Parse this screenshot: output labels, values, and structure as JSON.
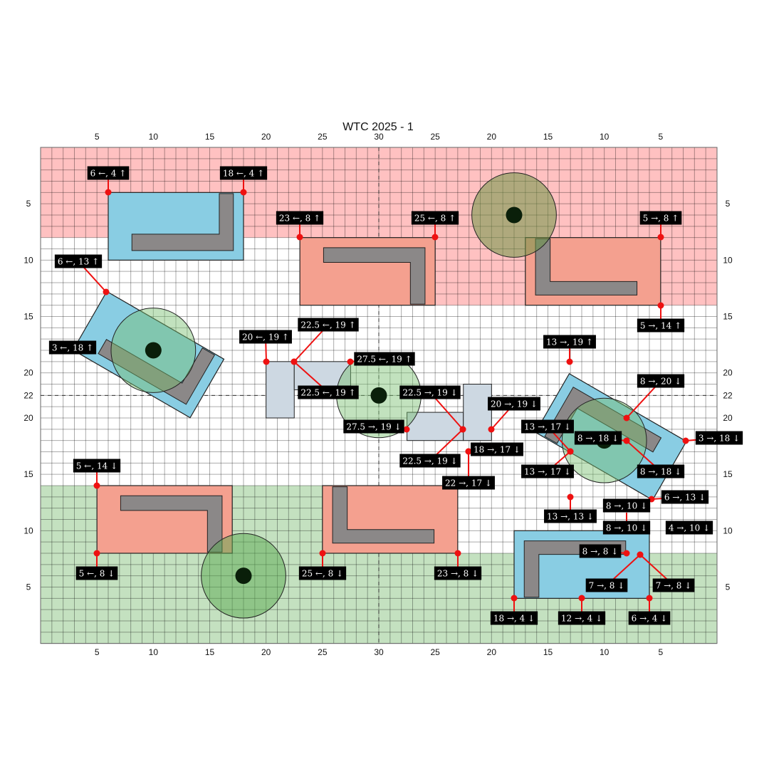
{
  "title": "WTC 2025 - 1",
  "x_ticks": [
    "5",
    "10",
    "15",
    "20",
    "25",
    "30",
    "25",
    "20",
    "15",
    "10",
    "5"
  ],
  "y_ticks": [
    "5",
    "10",
    "15",
    "20",
    "22",
    "20",
    "15",
    "10",
    "5"
  ],
  "colors": {
    "red_zone": "#ffc1c1",
    "green_zone": "#c4e1c0",
    "blue_box": "#89cde3",
    "salmon_box": "#f4a08f",
    "wall": "#8b8888",
    "center_block": "#cdd8e2",
    "marker": "#ee1111"
  },
  "labels": [
    "6 ←, 4 ↑",
    "18 ←, 4 ↑",
    "23 ←, 8 ↑",
    "25 ←, 8 ↑",
    "5 →, 8 ↑",
    "5 →, 14 ↑",
    "6 ←, 13 ↑",
    "3 ←, 18 ↑",
    "20 ←, 19 ↑",
    "22.5 ←, 19 ↑",
    "22.5 ←, 19 ↑",
    "27.5 ←, 19 ↑",
    "22.5 →, 19 ↓",
    "20 →, 19 ↓",
    "27.5 →, 19 ↓",
    "22.5 →, 19 ↓",
    "18 →, 17 ↓",
    "22 →, 17 ↓",
    "13 →, 19 ↑",
    "8 →, 20 ↓",
    "13 →, 17 ↓",
    "13 →, 17 ↓",
    "8 →, 18 ↓",
    "8 →, 18 ↓",
    "3 →, 18 ↓",
    "6 →, 13 ↓",
    "13 →, 13 ↓",
    "8 →, 10 ↓",
    "8 →, 10 ↓",
    "4 →, 10 ↓",
    "8 →, 8 ↓",
    "7 →, 8 ↓",
    "7 →, 8 ↓",
    "18 →, 4 ↓",
    "12 →, 4 ↓",
    "6 →, 4 ↓",
    "5 ←, 14 ↓",
    "5 ←, 8 ↓",
    "25 ←, 8 ↓",
    "23 →, 8 ↓"
  ]
}
